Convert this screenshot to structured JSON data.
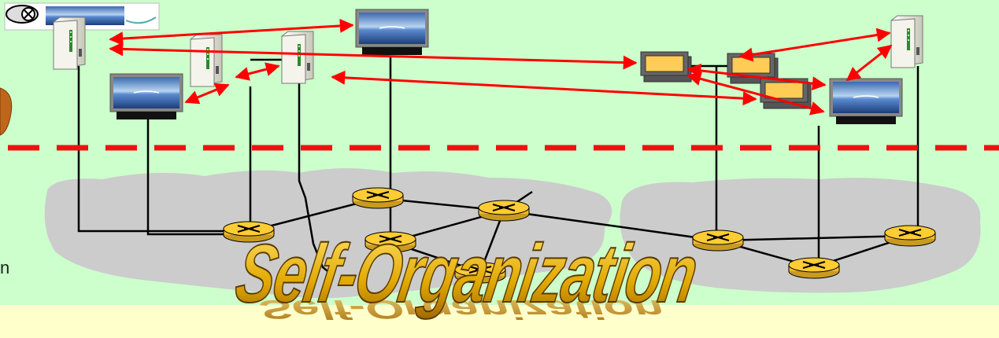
{
  "slide": {
    "title_art": "Self-Organization",
    "title_reflection": "Self-Organization",
    "side_text": "n"
  },
  "colors": {
    "background": "#ccffcc",
    "footer_band": "#ffffcc",
    "cloud": "#cccccc",
    "peer_link": "#ff0000",
    "divider": "#ee1111",
    "wire": "#000000",
    "router": "#ffcc33",
    "pda_screen": "#ffcc55",
    "title_fill_top": "#ffe066",
    "title_fill_bottom": "#c08a00"
  },
  "icons": {
    "toolbar": "navigation-toolbar-icon",
    "computer": "tower-pc-icon",
    "laptop": "laptop-monitor-icon",
    "pda": "pda-device-icon",
    "router": "router-icon",
    "speaker": "speaker-partial-icon"
  },
  "network": {
    "overlay_layer": "peer-to-peer overlay",
    "physical_layer": "physical network"
  }
}
